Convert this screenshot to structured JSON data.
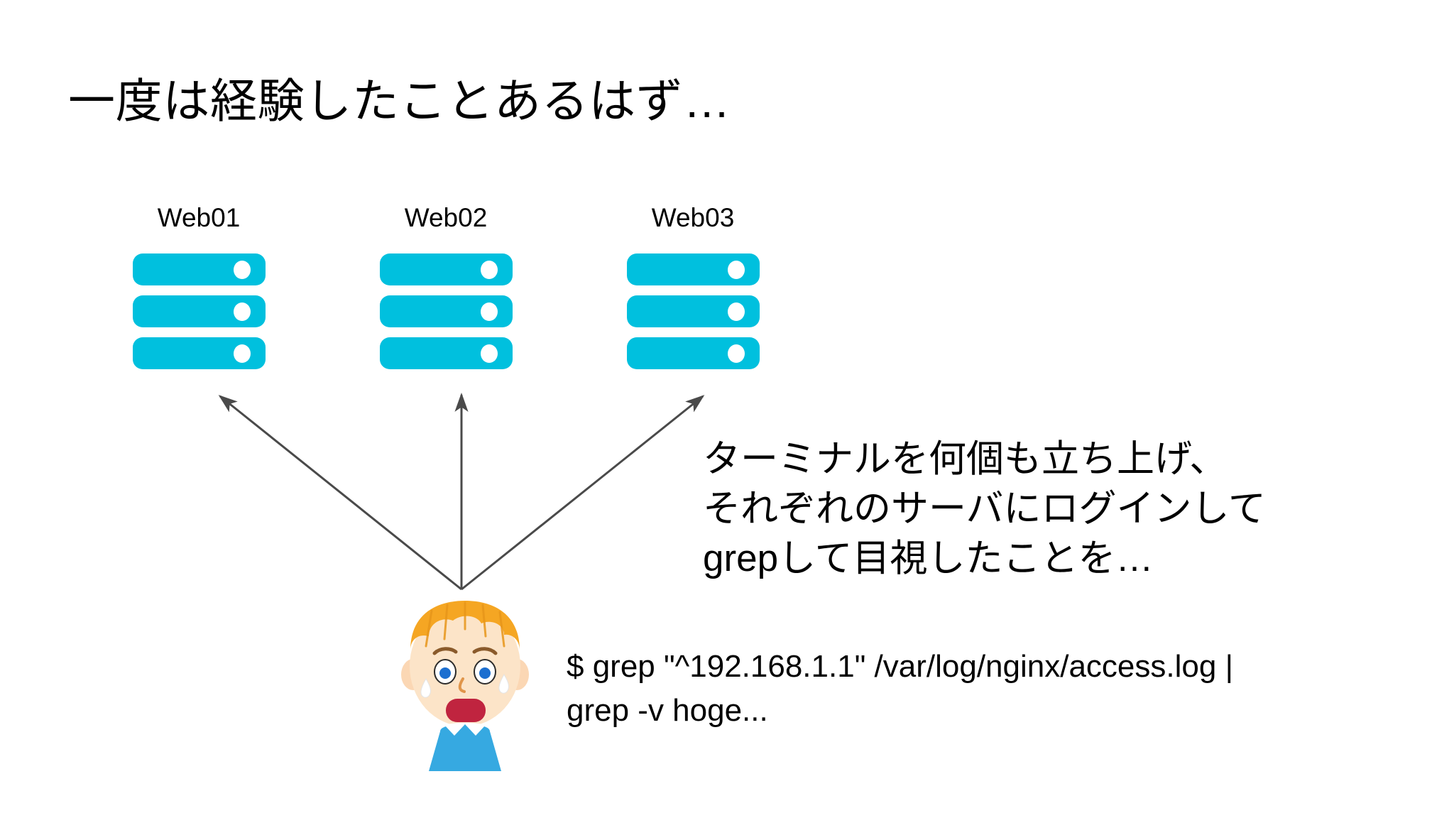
{
  "slide": {
    "title": "一度は経験したことあるはず…",
    "background_color": "#ffffff",
    "text_color": "#000000"
  },
  "servers": {
    "accent_color": "#00c0de",
    "unit_count_per_server": 3,
    "items": [
      {
        "label": "Web01"
      },
      {
        "label": "Web02"
      },
      {
        "label": "Web03"
      }
    ]
  },
  "arrows": {
    "color": "#4a4a4a",
    "count": 3,
    "origin_label": "converges-above-character"
  },
  "body_text": {
    "lines": [
      "ターミナルを何個も立ち上げ、",
      "それぞれのサーバにログインして",
      "grepして目視したことを…"
    ]
  },
  "command": {
    "lines": [
      "$ grep \"^192.168.1.1\" /var/log/nginx/access.log |",
      "grep -v hoge..."
    ]
  },
  "character": {
    "name": "distressed-boy",
    "hair_color": "#f5a623",
    "skin_color": "#fce0c2",
    "shirt_color": "#36a9e1",
    "mouth_color": "#c0243f",
    "eye_color": "#1c6fd0"
  }
}
